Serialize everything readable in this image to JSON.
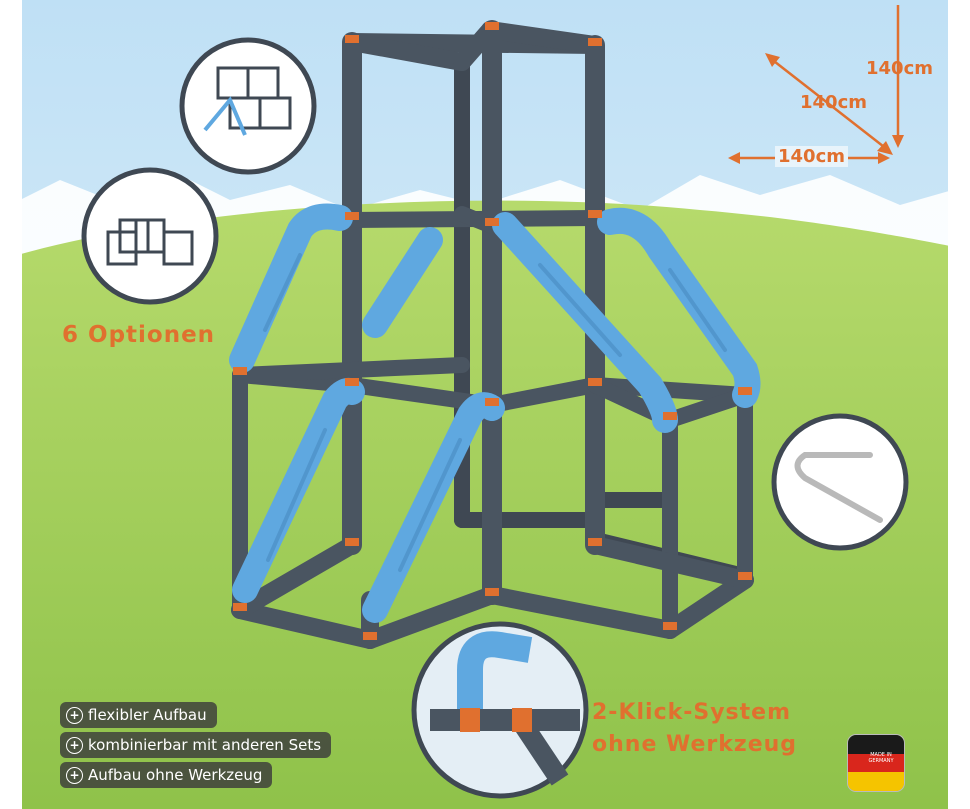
{
  "labels": {
    "options": "6 Optionen",
    "click_system_line1": "2-Klick-System",
    "click_system_line2": "ohne Werkzeug"
  },
  "dimensions": {
    "height": "140cm",
    "depth": "140cm",
    "width": "140cm"
  },
  "features": [
    "flexibler Aufbau",
    "kombinierbar mit anderen Sets",
    "Aufbau ohne Werkzeug"
  ],
  "badge": {
    "text": "MADE IN GERMANY"
  },
  "colors": {
    "accent": "#e0702f",
    "pipe_grey": "#4a5561",
    "pipe_blue": "#5fa8e0",
    "sky": "#cfe6f6",
    "grass": "#a8d15a"
  }
}
